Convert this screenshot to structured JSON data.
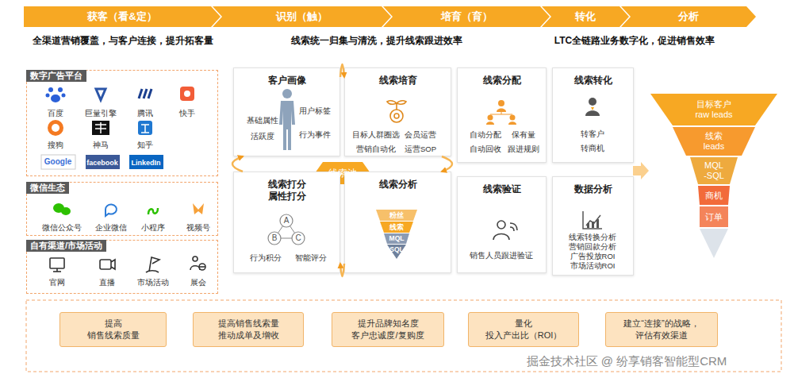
{
  "diagram": {
    "nodes": [
      {
        "text": [
          "获客（看&定）"
        ]
      },
      {
        "text": [
          "识别（触）"
        ]
      },
      {
        "text": [
          "培育（育）"
        ]
      },
      {
        "text": [
          "转化"
        ]
      },
      {
        "text": [
          "分析"
        ]
      },
      {
        "text": [
          "数字广告平台"
        ]
      },
      {
        "text": [
          "微信生态"
        ]
      },
      {
        "text": [
          "自有渠道/市场活动"
        ]
      },
      {
        "text": [
          "客户画像"
        ]
      },
      {
        "text": [
          "线索培育"
        ]
      },
      {
        "text": [
          "线索池"
        ]
      },
      {
        "text": [
          "线索打分 属性打分"
        ]
      },
      {
        "text": [
          "线索分析"
        ]
      },
      {
        "text": [
          "线索分配"
        ]
      },
      {
        "text": [
          "线索验证"
        ]
      },
      {
        "text": [
          "线索转化"
        ]
      },
      {
        "text": [
          "数据分析"
        ]
      },
      {
        "text": [
          "目标客户 raw leads"
        ]
      },
      {
        "text": [
          "线索 leads"
        ]
      },
      {
        "text": [
          "MQL -SQL"
        ]
      },
      {
        "text": [
          "商机"
        ]
      },
      {
        "text": [
          "订单"
        ]
      },
      {
        "text": [
          "提高 销售线索质量"
        ]
      },
      {
        "text": [
          "提高销售线索量 推动成单及增收"
        ]
      },
      {
        "text": [
          "提升品牌知名度 客户忠诚度/复购度"
        ]
      },
      {
        "text": [
          "量化 投入产出比（ROI）"
        ]
      },
      {
        "text": [
          "建立“连接”的战略， 评估有效渠道"
        ]
      }
    ],
    "edges": [
      {
        "from": 8,
        "to": 9,
        "arrow": "to"
      },
      {
        "from": 9,
        "to": 12,
        "arrow": "to"
      },
      {
        "from": 12,
        "to": 11,
        "arrow": "to"
      },
      {
        "from": 11,
        "to": 8,
        "arrow": "to"
      }
    ],
    "labels": [
      "全渠道营销覆盖，与客户连接，提升拓客量",
      "线索统一归集与清洗，提升线索跟进效率",
      "LTC全链路业务数字化，促进销售效率",
      "百度",
      "巨量引擎",
      "腾讯",
      "快手",
      "搜狗",
      "神马",
      "知乎",
      "Google",
      "facebook",
      "LinkedIn",
      "微信公众号",
      "企业微信",
      "小程序",
      "视频号",
      "官网",
      "直播",
      "市场活动",
      "展会",
      "基础属性",
      "用户标签",
      "活跃度",
      "行为事件",
      "目标人群圈选",
      "会员运营",
      "营销自动化",
      "运营SOP",
      "A",
      "B",
      "C",
      "行为积分",
      "智能评分",
      "粉丝",
      "线索",
      "MQL",
      "SQL",
      "自动分配",
      "保有量",
      "自动回收",
      "跟进规则",
      "销售人员跟进验证",
      "转客户",
      "转商机",
      "线索转换分析",
      "营销回款分析",
      "广告投放ROI",
      "市场活动ROI",
      "掘金技术社区 @ 纷享销客智能型CRM"
    ]
  }
}
